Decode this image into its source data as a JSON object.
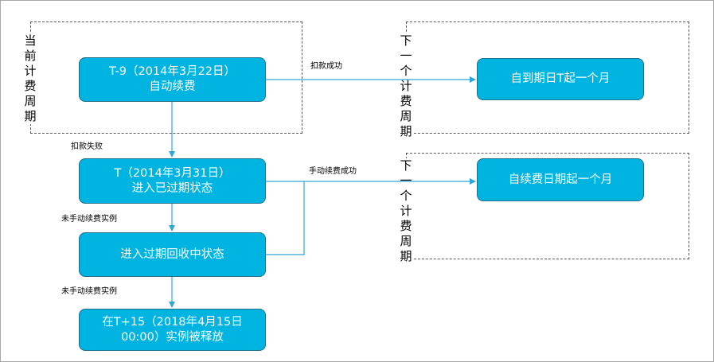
{
  "colors": {
    "box_fill": "#00b4e1",
    "connector": "#2fa8d5",
    "dashed_border": "#595959"
  },
  "groups": {
    "current_period": "当前计费周期",
    "next_period_top": "下一个计费周期",
    "next_period_bottom": "下一个计费周期"
  },
  "nodes": {
    "auto_renew": {
      "line1": "T-9（2014年3月22日）",
      "line2": "自动续费"
    },
    "expired": {
      "line1": "T（2014年3月31日）",
      "line2": "进入已过期状态"
    },
    "recycling": {
      "line1": "进入过期回收中状态"
    },
    "released": {
      "line1": "在T+15（2018年4月15日",
      "line2": "00:00）实例被释放"
    },
    "next_from_expiry": {
      "line1": "自到期日T起一个月"
    },
    "next_from_renew_date": {
      "line1": "自续费日期起一个月"
    }
  },
  "edges": {
    "deduct_success": "扣款成功",
    "deduct_fail": "扣款失败",
    "manual_renew_success": "手动续费成功",
    "not_renewed_1": "未手动续费实例",
    "not_renewed_2": "未手动续费实例"
  }
}
